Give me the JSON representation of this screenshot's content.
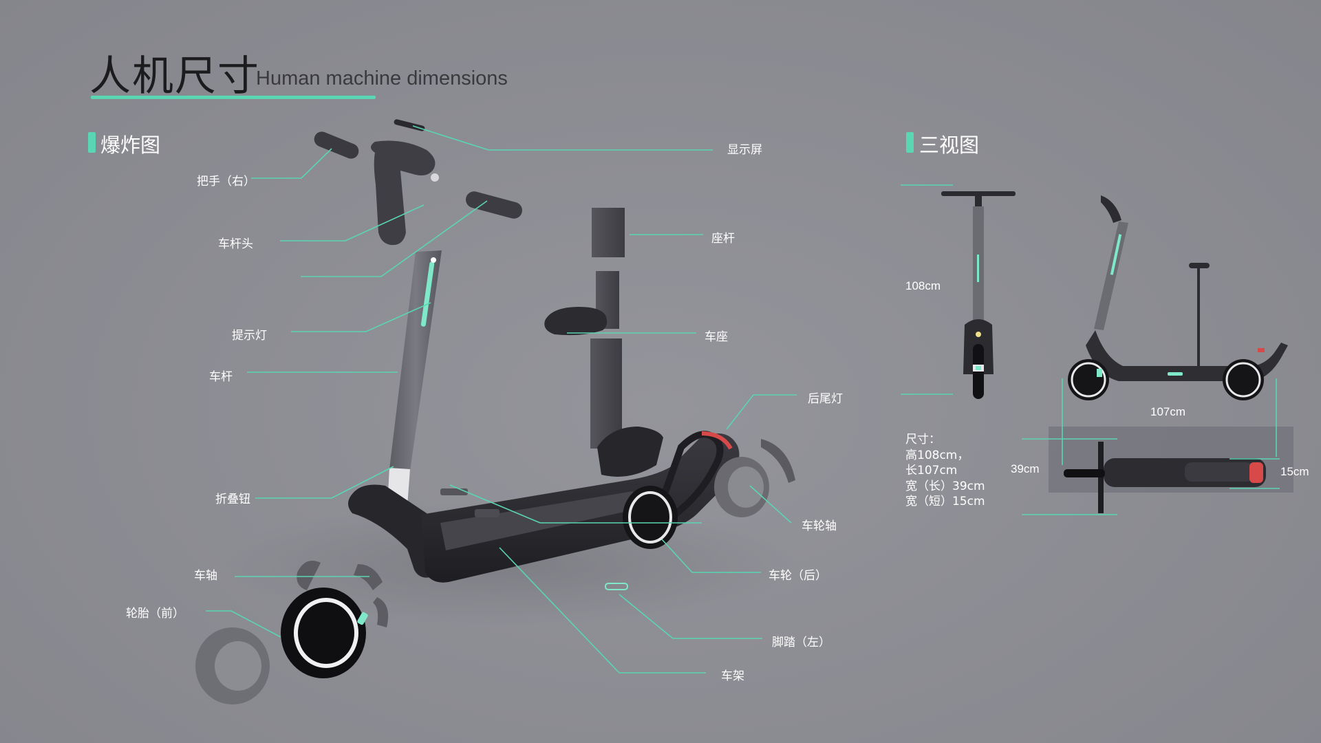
{
  "header": {
    "title": "人机尺寸",
    "subtitle": "Human machine dimensions"
  },
  "sections": {
    "exploded": "爆炸图",
    "three_view": "三视图"
  },
  "parts": {
    "display": "显示屏",
    "handle_right": "把手（右）",
    "stem_head": "车杆头",
    "seat_post": "座杆",
    "indicator": "提示灯",
    "seat": "车座",
    "stem": "车杆",
    "tail_light": "后尾灯",
    "fold_button": "折叠钮",
    "wheel_axle": "车轮轴",
    "axle": "车轴",
    "rear_wheel": "车轮（后）",
    "front_tire": "轮胎（前）",
    "footrest_left": "脚踏（左）",
    "frame": "车架"
  },
  "dimensions": {
    "height": "108cm",
    "length": "107cm",
    "width": "39cm",
    "short_width": "15cm"
  },
  "specs": {
    "line1": "尺寸：",
    "line2": "高108cm，",
    "line3": "长107cm",
    "line4": "宽（长）39cm",
    "line5": "宽（短）15cm"
  },
  "colors": {
    "accent": "#5ad6b2",
    "background": "#8d8d94",
    "body": "#2e2e33",
    "stem": "#6b6b72"
  }
}
